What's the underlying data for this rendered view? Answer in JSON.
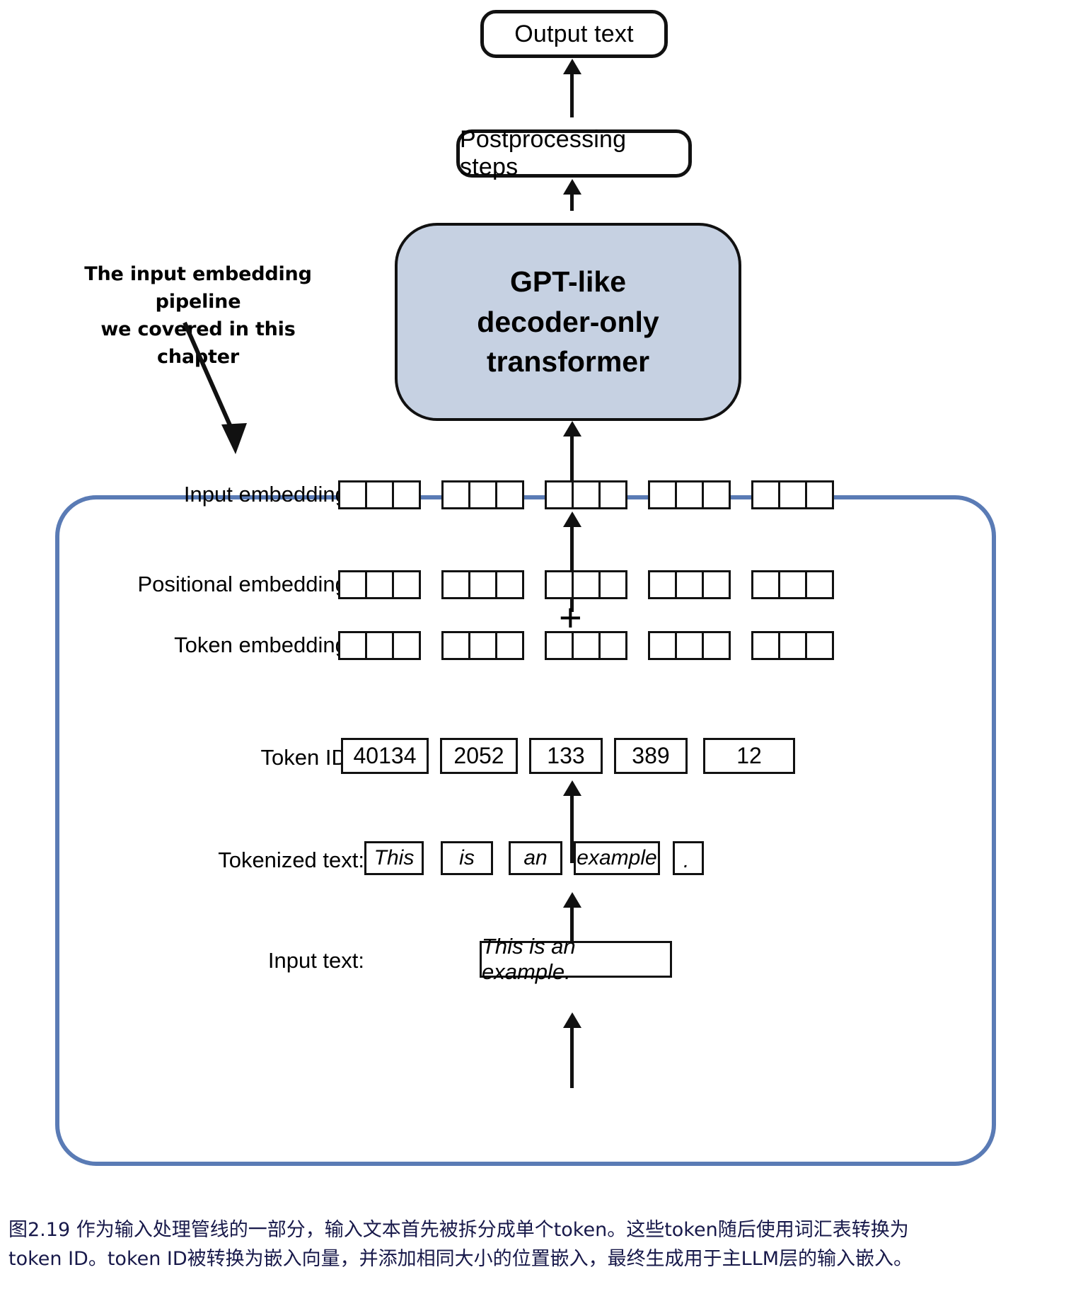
{
  "figure": {
    "top_boxes": {
      "output_text": "Output text",
      "postprocessing": "Postprocessing steps",
      "gpt_line1": "GPT-like",
      "gpt_line2": "decoder-only",
      "gpt_line3": "transformer"
    },
    "annotation": {
      "line1": "The input embedding pipeline",
      "line2": "we covered in this chapter"
    },
    "rows": {
      "input_embeddings_label": "Input embeddings:",
      "positional_embeddings_label": "Positional embeddings:",
      "token_embeddings_label": "Token embeddings:",
      "token_ids_label": "Token IDs:",
      "tokenized_text_label": "Tokenized text:",
      "input_text_label": "Input text:"
    },
    "plus_symbol": "+",
    "embedding_groups": 5,
    "cells_per_group": 3,
    "token_ids": [
      "40134",
      "2052",
      "133",
      "389",
      "12"
    ],
    "tokens": [
      "This",
      "is",
      "an",
      "example",
      "."
    ],
    "input_text": "This is an example.",
    "colors": {
      "gpt_box_fill": "#c6d1e2",
      "pipeline_border": "#5a7bb5",
      "stroke": "#111111",
      "caption_text": "#18194a"
    }
  },
  "caption": {
    "line1": "图2.19 作为输入处理管线的一部分，输入文本首先被拆分成单个token。这些token随后使用词汇表转换为",
    "line2": "token ID。token ID被转换为嵌入向量，并添加相同大小的位置嵌入，最终生成用于主LLM层的输入嵌入。"
  }
}
